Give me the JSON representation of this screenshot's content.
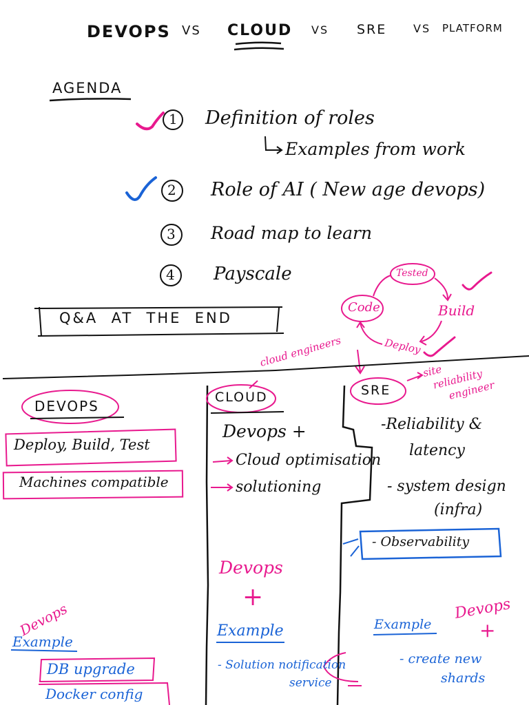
{
  "title": {
    "w1": "DEVOPS",
    "vs1": "VS",
    "w2": "CLOUD",
    "vs2": "VS",
    "w3": "SRE",
    "vs3": "VS",
    "w4": "PLATFORM"
  },
  "agenda": {
    "heading": "AGENDA",
    "items": [
      {
        "num": "1",
        "text": "Definition of roles"
      },
      {
        "num": "2",
        "text": "Role of AI ( New age devops)"
      },
      {
        "num": "3",
        "text": "Road map to learn"
      },
      {
        "num": "4",
        "text": "Payscale"
      }
    ],
    "sub_item": "Examples from work",
    "qa": "Q&A  AT  THE  END"
  },
  "cycle": {
    "nodes": [
      "Code",
      "Tested",
      "Build",
      "Deploy"
    ]
  },
  "devops_col": {
    "heading": "DEVOPS",
    "items": [
      "Deploy, Build, Test",
      "Machines compatible"
    ],
    "example_tag": "Devops",
    "example_heading": "Example",
    "examples": [
      "DB upgrade",
      "Docker config"
    ]
  },
  "cloud_col": {
    "heading": "CLOUD",
    "annotation": "cloud engineers",
    "line1": "Devops +",
    "bullets": [
      "Cloud optimisation",
      "solutioning"
    ],
    "devops_plus": "Devops",
    "plus": "+",
    "example_heading": "Example",
    "example_item_line1": "- Solution notification",
    "example_item_line2": "service"
  },
  "sre_col": {
    "heading": "SRE",
    "annotation_line1": "site",
    "annotation_line2": "reliability",
    "annotation_line3": "engineer",
    "items": [
      "-Reliability &",
      "latency",
      "- system design",
      "(infra)"
    ],
    "observability": "- Observability",
    "example_heading": "Example",
    "devops_plus": "Devops",
    "plus": "+",
    "example_item_line1": "- create new",
    "example_item_line2": "shards"
  },
  "colors": {
    "ink": "#111111",
    "pink": "#e8198e",
    "blue": "#1a63d6"
  }
}
